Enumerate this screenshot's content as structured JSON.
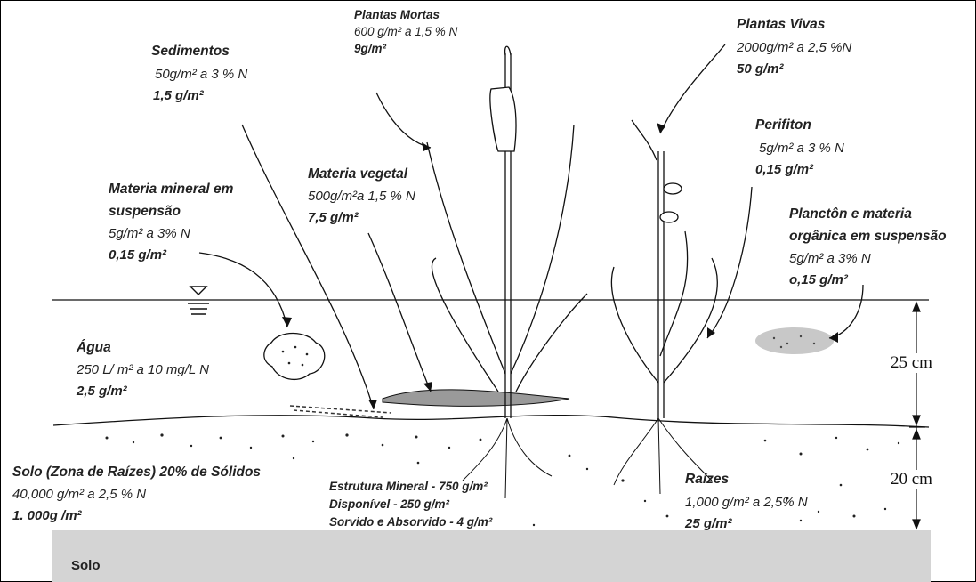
{
  "labels": {
    "plantas_mortas": {
      "title": "Plantas Mortas",
      "sub": "600 g/m² a 1,5 % N",
      "value": "9g/m²"
    },
    "plantas_vivas": {
      "title": "Plantas Vivas",
      "sub": "2000g/m² a 2,5 %N",
      "value": "50 g/m²"
    },
    "sedimentos": {
      "title": "Sedimentos",
      "sub": "50g/m² a 3 % N",
      "value": "1,5 g/m²"
    },
    "perifiton": {
      "title": "Perifiton",
      "sub": "5g/m² a 3 % N",
      "value": "0,15 g/m²"
    },
    "materia_vegetal": {
      "title": "Materia vegetal",
      "sub": "500g/m²a 1,5 % N",
      "value": "7,5 g/m²"
    },
    "materia_mineral": {
      "title1": "Materia mineral em",
      "title2": "suspensão",
      "sub": "5g/m² a 3% N",
      "value": "0,15 g/m²"
    },
    "plancton": {
      "title1": "Planctôn e materia",
      "title2": "orgânica em suspensão",
      "sub": "5g/m² a 3% N",
      "value": "o,15 g/m²"
    },
    "agua": {
      "title": "Água",
      "sub": "250 L/ m² a 10 mg/L N",
      "value": "2,5 g/m²"
    },
    "solo_raizes": {
      "title": "Solo (Zona de Raízes) 20% de Sólidos",
      "sub": "40,000 g/m²  a 2,5 % N",
      "value": "1. 000g /m²"
    },
    "estrutura": {
      "line1": "Estrutura Mineral - 750 g/m²",
      "line2": "Disponível - 250 g/m²",
      "line3": "Sorvido e Absorvido - 4 g/m²"
    },
    "raizes": {
      "title": "Raízes",
      "sub": "1,000 g/m² a 2,5% N",
      "value": "25 g/m²"
    },
    "solo": {
      "title": "Solo"
    }
  },
  "dimensions": {
    "water_depth": "25 cm",
    "root_depth": "20 cm"
  }
}
